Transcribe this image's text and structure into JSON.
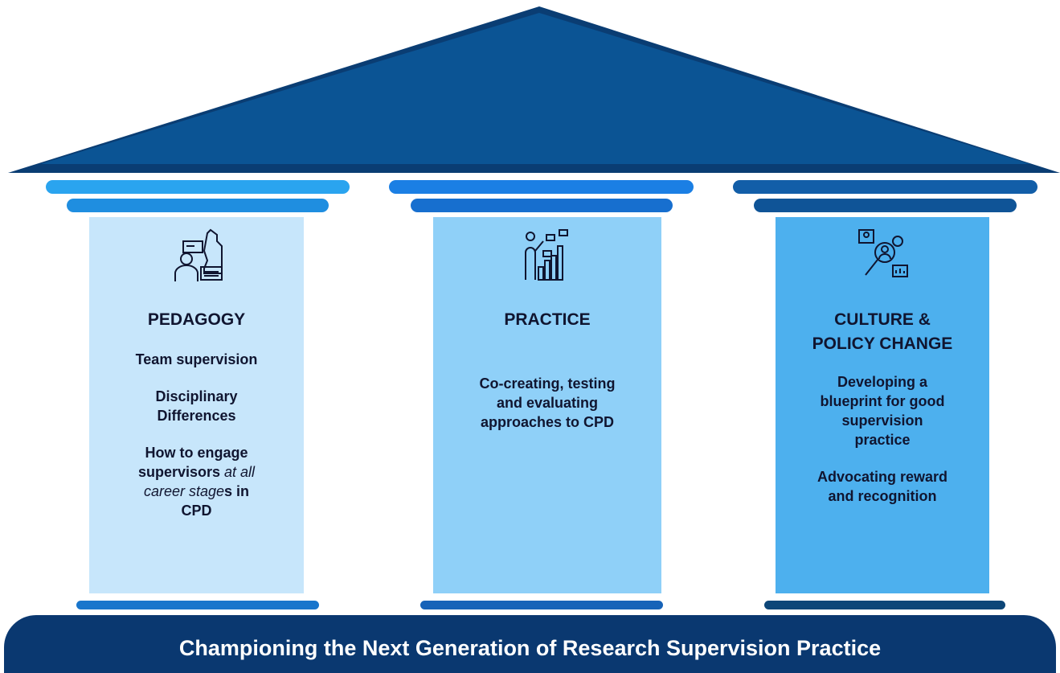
{
  "pillars": [
    {
      "icon": "chess-teacher-icon",
      "title": "PEDAGOGY",
      "items": [
        {
          "text": "Team supervision"
        },
        {
          "text": "Disciplinary\nDifferences"
        },
        {
          "parts": [
            "How to engage\nsupervisors ",
            "at all\ncareer stage",
            "s in\nCPD"
          ]
        }
      ],
      "colors": {
        "capital": "#2aa4ef",
        "shaft": "#c7e6fb",
        "base": "#1976cc"
      }
    },
    {
      "icon": "presenter-chart-icon",
      "title": "PRACTICE",
      "items": [
        {
          "text": "Co-creating, testing\nand evaluating\napproaches to CPD"
        }
      ],
      "colors": {
        "capital": "#1b7fe4",
        "shaft": "#8fd0f8",
        "base": "#1763b8"
      }
    },
    {
      "icon": "magnifier-people-icon",
      "title": "CULTURE &\nPOLICY CHANGE",
      "items": [
        {
          "text": "Developing a\nblueprint for good\nsupervision\npractice"
        },
        {
          "text": "Advocating reward\nand recognition"
        }
      ],
      "colors": {
        "capital": "#125ea8",
        "shaft": "#4db0ee",
        "base": "#0d4678"
      }
    }
  ],
  "foundation": {
    "text": "Championing the Next Generation of Research Supervision Practice",
    "color": "#0a3870"
  },
  "roof_color": "#0b4d8a"
}
